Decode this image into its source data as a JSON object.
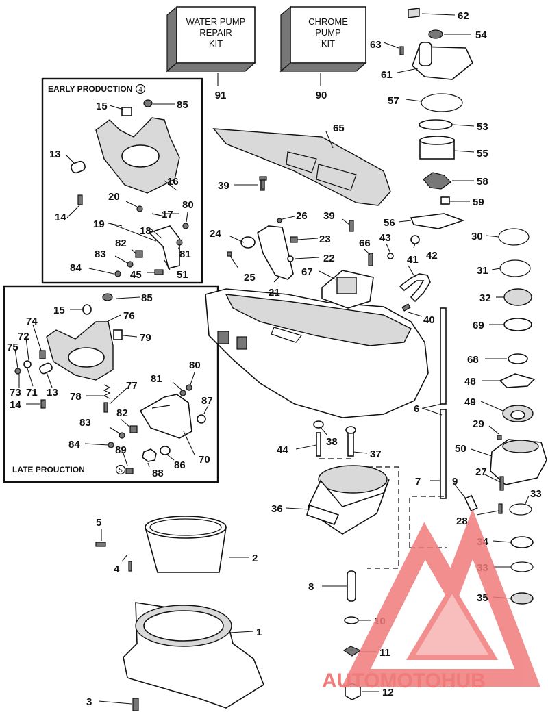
{
  "kits": {
    "water_pump": [
      "WATER PUMP",
      "REPAIR",
      "KIT"
    ],
    "chrome_pump": [
      "CHROME",
      "PUMP",
      "KIT"
    ]
  },
  "boxes": {
    "early_title": "EARLY PRODUCTION",
    "early_ref": "4",
    "late_title": "LATE PROUCTION",
    "late_ref": "5"
  },
  "callouts": {
    "c1": "1",
    "c2": "2",
    "c3": "3",
    "c4": "4",
    "c5": "5",
    "c6": "6",
    "c7": "7",
    "c8": "8",
    "c9": "9",
    "c10": "10",
    "c11": "11",
    "c12": "12",
    "c13a": "13",
    "c13b": "13",
    "c14a": "14",
    "c14b": "14",
    "c15a": "15",
    "c15b": "15",
    "c16": "16",
    "c17": "17",
    "c18": "18",
    "c19": "19",
    "c20": "20",
    "c21": "21",
    "c22": "22",
    "c23": "23",
    "c24": "24",
    "c25": "25",
    "c26": "26",
    "c27": "27",
    "c28": "28",
    "c29": "29",
    "c30": "30",
    "c31": "31",
    "c32": "32",
    "c33a": "33",
    "c33b": "33",
    "c34": "34",
    "c35": "35",
    "c36": "36",
    "c37": "37",
    "c38": "38",
    "c39a": "39",
    "c39b": "39",
    "c40": "40",
    "c41": "41",
    "c42": "42",
    "c43": "43",
    "c44": "44",
    "c45": "45",
    "c48": "48",
    "c49": "49",
    "c50": "50",
    "c51": "51",
    "c53": "53",
    "c54": "54",
    "c55": "55",
    "c56": "56",
    "c57": "57",
    "c58": "58",
    "c59": "59",
    "c61": "61",
    "c62": "62",
    "c63": "63",
    "c65": "65",
    "c66": "66",
    "c67": "67",
    "c68": "68",
    "c69": "69",
    "c70": "70",
    "c71": "71",
    "c72": "72",
    "c73": "73",
    "c74": "74",
    "c75": "75",
    "c76": "76",
    "c77": "77",
    "c78": "78",
    "c79": "79",
    "c80a": "80",
    "c80b": "80",
    "c81a": "81",
    "c81b": "81",
    "c82a": "82",
    "c82b": "82",
    "c83a": "83",
    "c83b": "83",
    "c84a": "84",
    "c84b": "84",
    "c85a": "85",
    "c85b": "85",
    "c86": "86",
    "c87": "87",
    "c88": "88",
    "c89": "89",
    "c90": "90",
    "c91": "91"
  },
  "watermark": {
    "text": "AUTOMOTOHUB",
    "color_light": "#f07b7b",
    "color_dark": "#555555"
  }
}
